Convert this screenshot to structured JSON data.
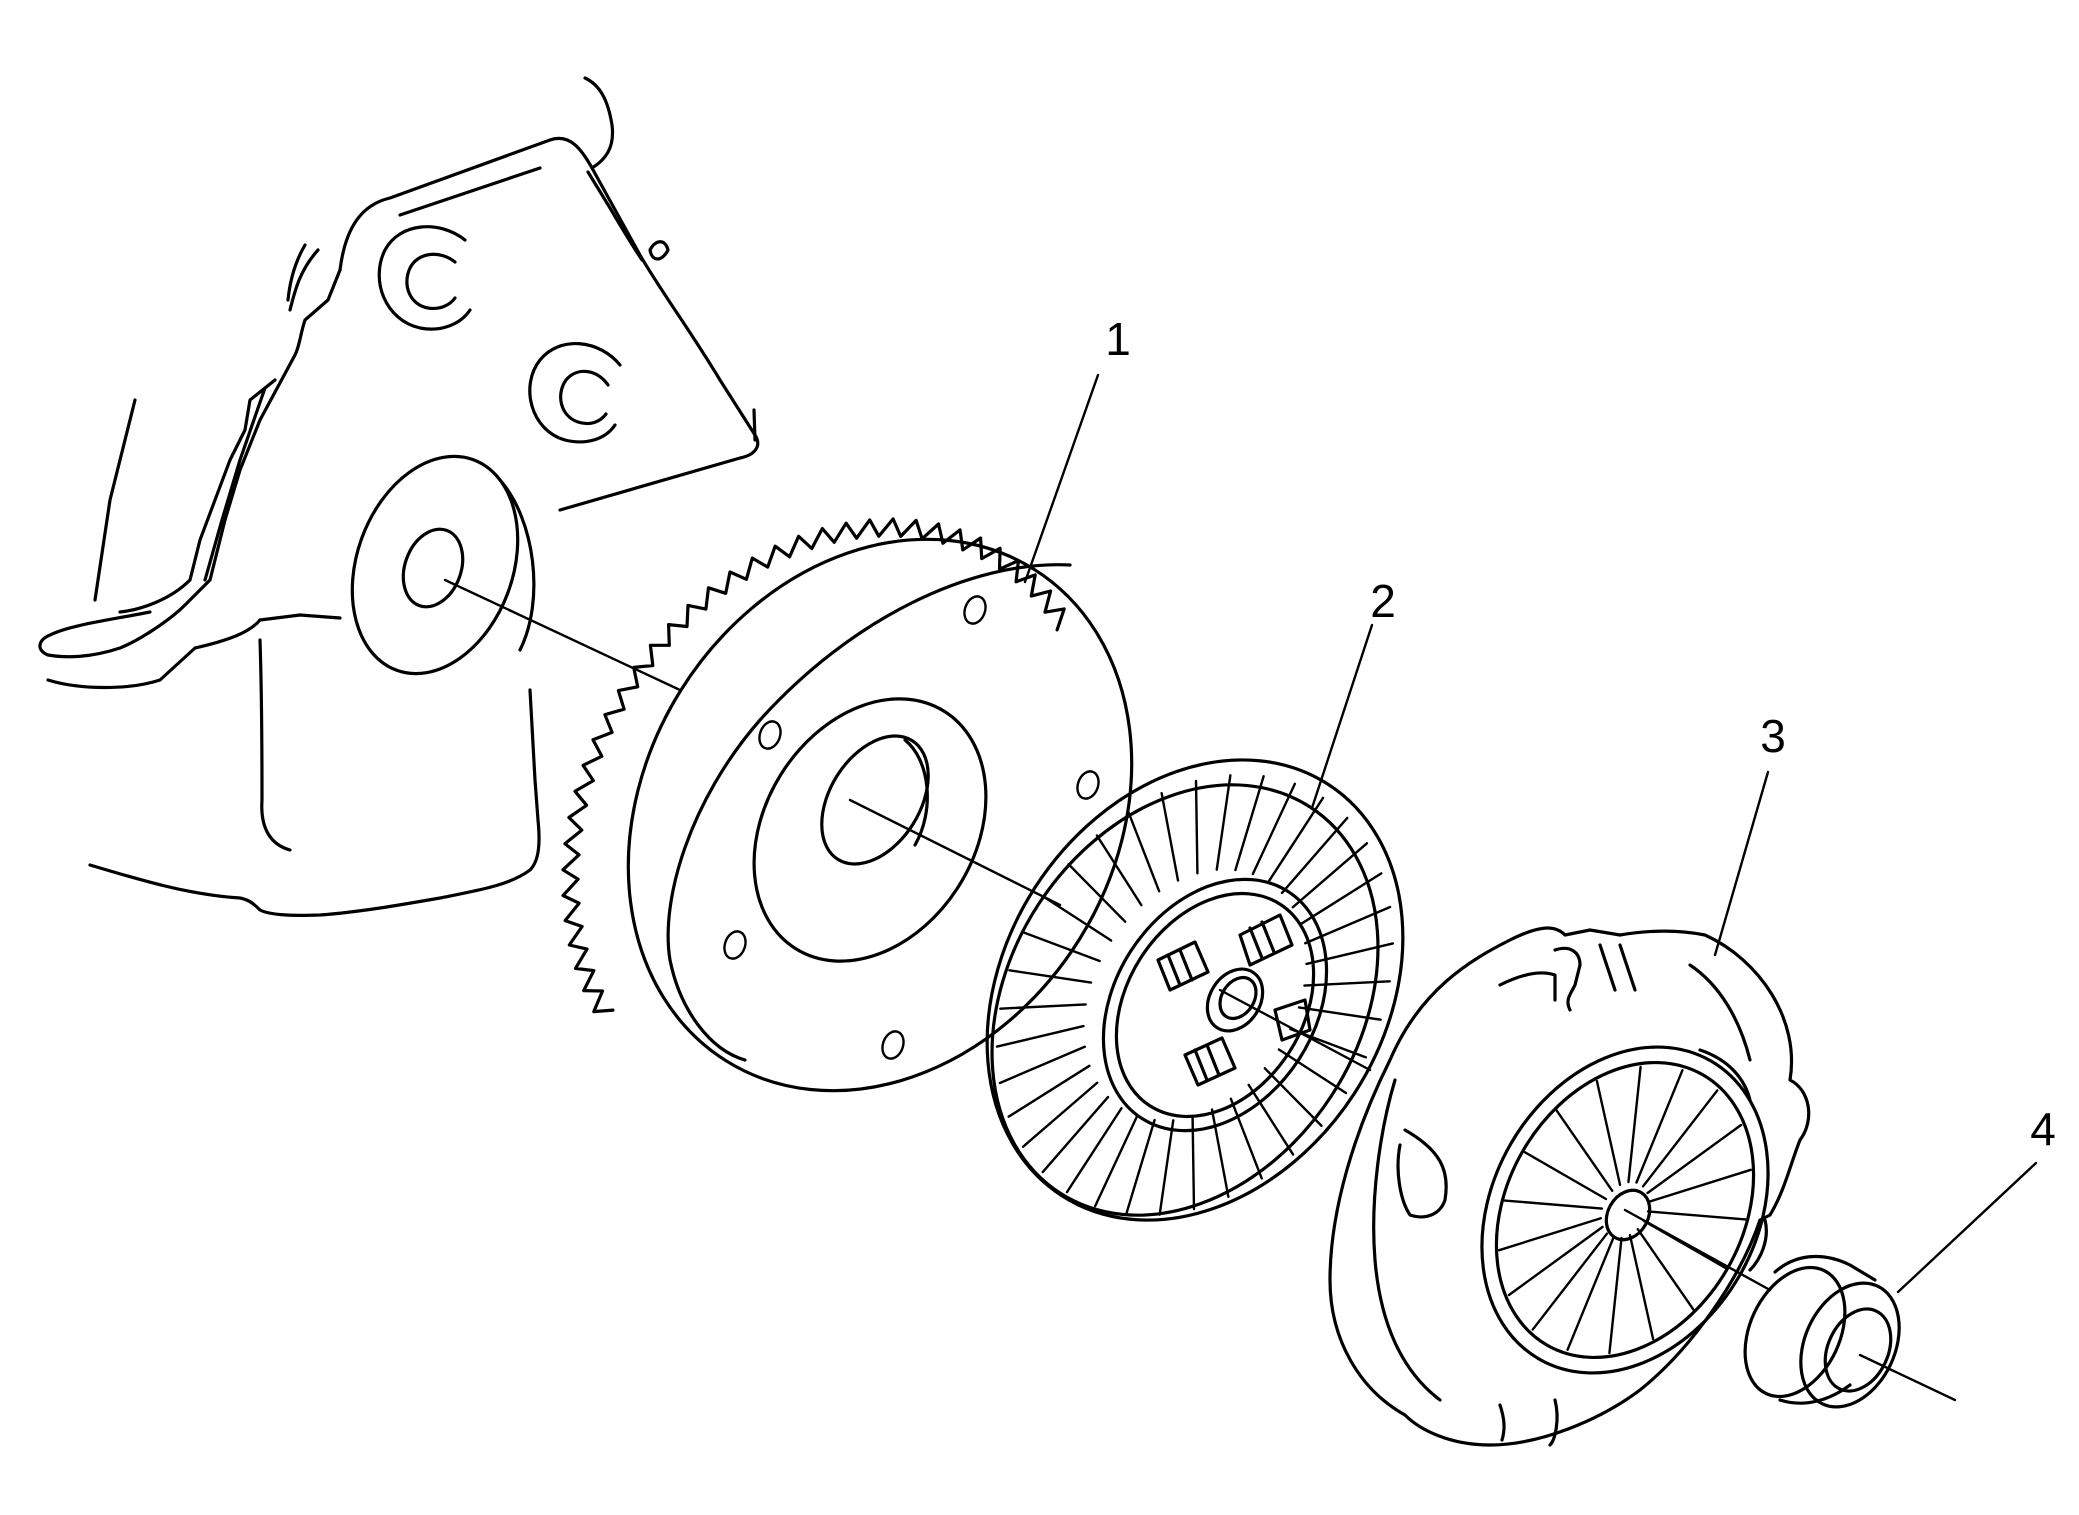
{
  "diagram": {
    "callouts": [
      {
        "id": "flywheel",
        "label": "1"
      },
      {
        "id": "clutch-disc",
        "label": "2"
      },
      {
        "id": "pressure-plate",
        "label": "3"
      },
      {
        "id": "release-bearing",
        "label": "4"
      }
    ]
  },
  "colors": {
    "background": "#ffffff",
    "line": "#000000"
  }
}
